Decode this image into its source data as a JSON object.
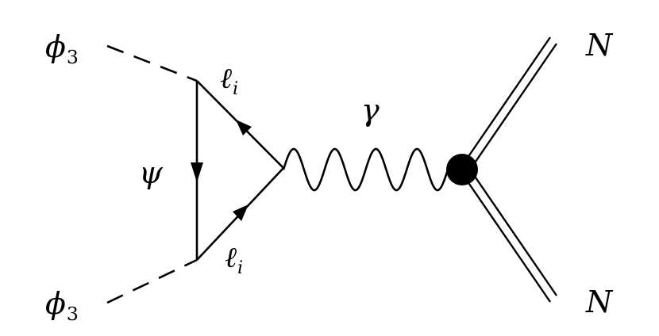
{
  "labels": {
    "phi_top": {
      "main": "ϕ",
      "sub": "3"
    },
    "phi_bottom": {
      "main": "ϕ",
      "sub": "3"
    },
    "lepton_top": {
      "main": "ℓ",
      "sub": "i"
    },
    "lepton_bottom": {
      "main": "ℓ",
      "sub": "i"
    },
    "psi": {
      "main": "ψ"
    },
    "photon": {
      "main": "γ"
    },
    "nucleon_top": {
      "main": "N"
    },
    "nucleon_bottom": {
      "main": "N"
    }
  },
  "colors": {
    "ink": "#000000",
    "background": "#ffffff"
  }
}
